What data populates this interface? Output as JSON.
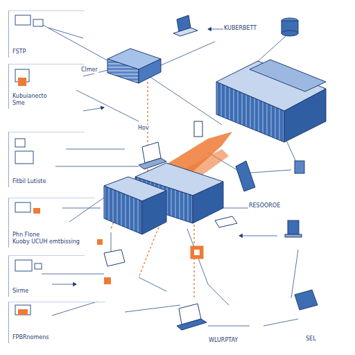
{
  "diagram": {
    "nodes": [
      {
        "text": [
          "FSTP"
        ]
      },
      {
        "text": [
          "Kubuianecto",
          "Sme"
        ]
      },
      {
        "text": [
          "Fitbil Lutiste"
        ]
      },
      {
        "text": [
          "Phn Flone",
          "Kuoby UCUH emtbissing"
        ]
      },
      {
        "text": [
          "Sirme"
        ]
      },
      {
        "text": [
          "FPBRnomens"
        ]
      }
    ],
    "labels": [
      "KUBERBETT",
      "Clmer",
      "Hov",
      "RESOOROE",
      "WLURPTAY",
      "SEL"
    ]
  }
}
